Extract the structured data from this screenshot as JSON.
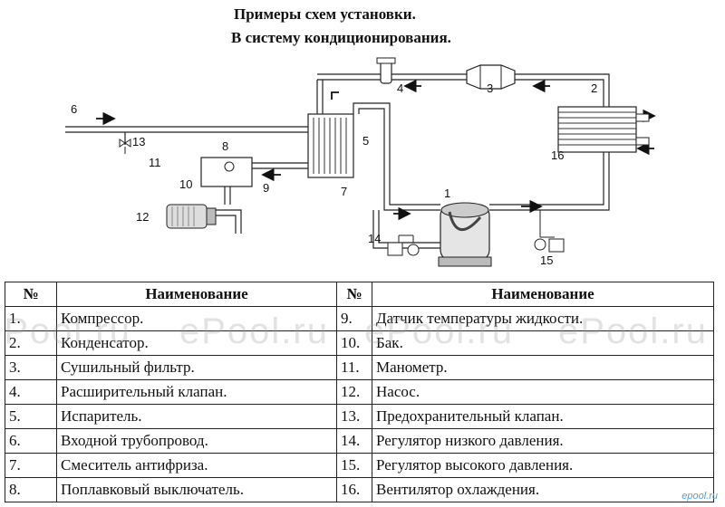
{
  "title_line1": "Примеры схем установки.",
  "title_line2": "В систему кондиционирования.",
  "diagram_labels": [
    "1",
    "2",
    "3",
    "4",
    "5",
    "6",
    "7",
    "8",
    "9",
    "10",
    "11",
    "12",
    "13",
    "14",
    "15",
    "16"
  ],
  "table": {
    "header_num": "№",
    "header_name": "Наименование",
    "rows": [
      {
        "n1": "1.",
        "name1": "Компрессор.",
        "n2": "9.",
        "name2": "Датчик температуры жидкости."
      },
      {
        "n1": "2.",
        "name1": "Конденсатор.",
        "n2": "10.",
        "name2": "Бак."
      },
      {
        "n1": "3.",
        "name1": "Сушильный фильтр.",
        "n2": "11.",
        "name2": "Манометр."
      },
      {
        "n1": "4.",
        "name1": "Расширительный клапан.",
        "n2": "12.",
        "name2": "Насос."
      },
      {
        "n1": "5.",
        "name1": "Испаритель.",
        "n2": "13.",
        "name2": "Предохранительный клапан."
      },
      {
        "n1": "6.",
        "name1": "Входной трубопровод.",
        "n2": "14.",
        "name2": "Регулятор низкого давления."
      },
      {
        "n1": "7.",
        "name1": "Смеситель антифриза.",
        "n2": "15.",
        "name2": "Регулятор высокого давления."
      },
      {
        "n1": "8.",
        "name1": "Поплавковый выключатель.",
        "n2": "16.",
        "name2": "Вентилятор охлаждения."
      }
    ]
  },
  "watermark": "ePool.ru",
  "site_logo": "epool.ru"
}
